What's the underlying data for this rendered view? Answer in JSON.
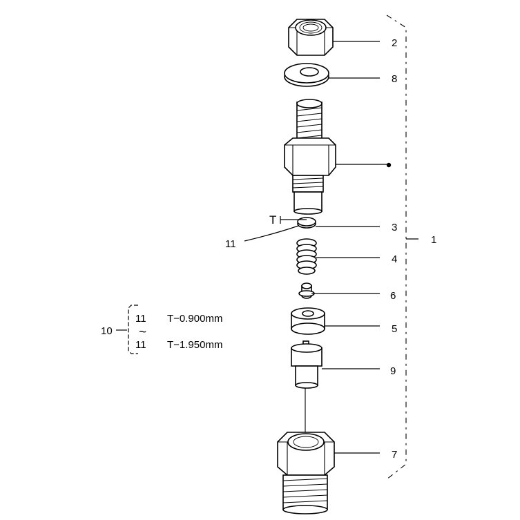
{
  "callouts": {
    "nut": "2",
    "washer": "8",
    "assembly": "1",
    "shim": "3",
    "spring": "4",
    "spring_seat": "6",
    "spacer": "5",
    "nozzle": "9",
    "retaining_nut": "7",
    "shim_kit": "10",
    "shim_pointer": "11"
  },
  "thickness_marker": "T",
  "shim_range": {
    "from_index": "11",
    "from_thickness": "T−0.900mm",
    "tilde": "~",
    "to_index": "11",
    "to_thickness": "T−1.950mm"
  }
}
